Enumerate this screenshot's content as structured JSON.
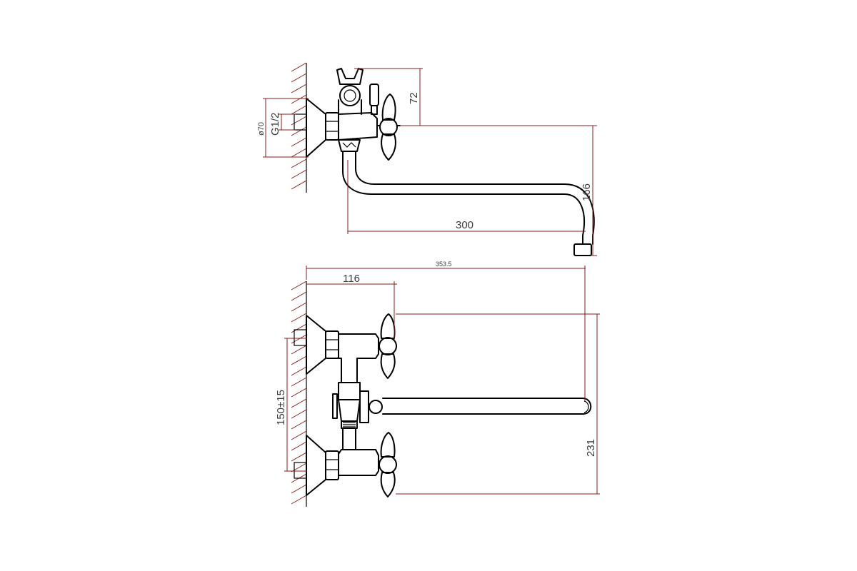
{
  "top_view": {
    "dim_height_top": "72",
    "dim_spout_drop": "166",
    "dim_spout_reach": "300",
    "dim_flange_diameter": "ø70",
    "dim_thread": "G1/2"
  },
  "front_view": {
    "dim_total_reach": "353.5",
    "dim_body_to_handle": "116",
    "dim_inlet_spacing": "150±15",
    "dim_total_height": "231"
  },
  "colors": {
    "dimension": "#8b1a1a",
    "outline": "#000000"
  }
}
